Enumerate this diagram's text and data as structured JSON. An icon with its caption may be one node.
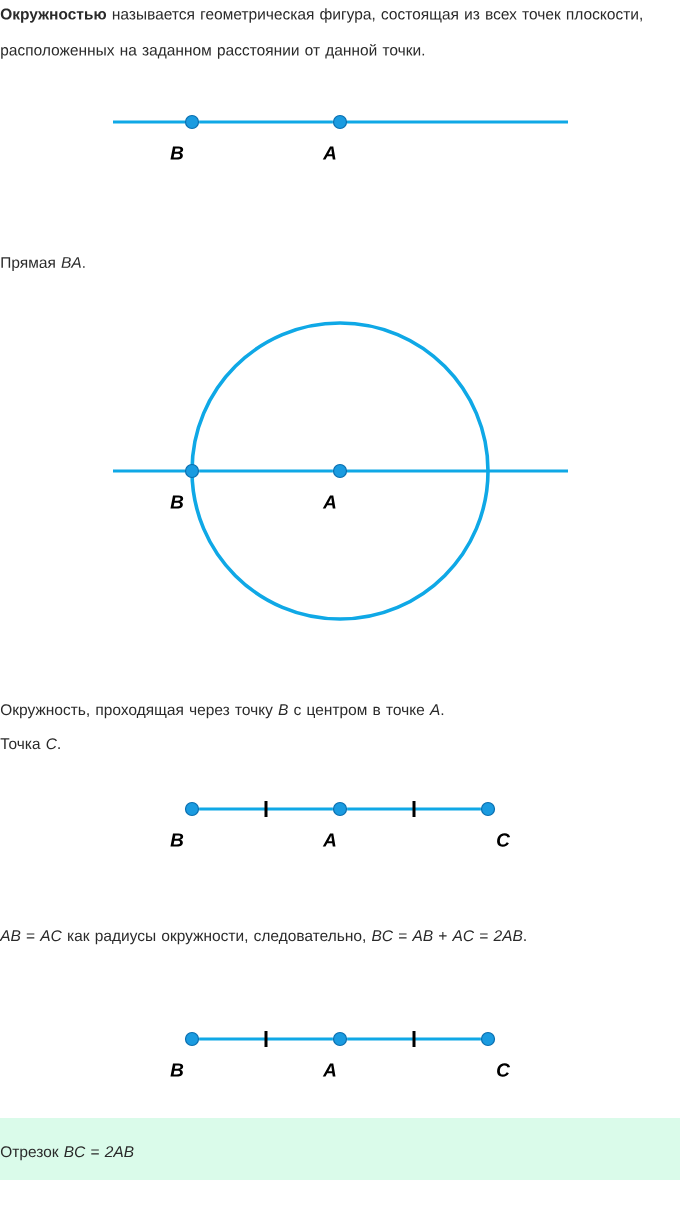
{
  "diagram": {
    "nodes": [
      {
        "text": [],
        "shape": "circle",
        "beside": [
          "B"
        ]
      },
      {
        "text": [],
        "shape": "circle",
        "beside": [
          "A"
        ]
      },
      {
        "text": [],
        "shape": "circle",
        "beside": [
          "B"
        ]
      },
      {
        "text": [],
        "shape": "circle",
        "beside": [
          "A"
        ]
      },
      {
        "text": [],
        "shape": "circle",
        "beside": [
          "B"
        ]
      },
      {
        "text": [],
        "shape": "circle",
        "beside": [
          "A"
        ]
      },
      {
        "text": [],
        "shape": "circle",
        "beside": [
          "C"
        ]
      },
      {
        "text": [],
        "shape": "circle",
        "beside": [
          "B"
        ]
      },
      {
        "text": [],
        "shape": "circle",
        "beside": [
          "A"
        ]
      },
      {
        "text": [],
        "shape": "circle",
        "beside": [
          "C"
        ]
      }
    ],
    "edges": [
      {
        "from": 0,
        "to": 1,
        "arrow": "none"
      },
      {
        "from": 2,
        "to": 3,
        "arrow": "none"
      },
      {
        "from": 4,
        "to": 5,
        "arrow": "none"
      },
      {
        "from": 5,
        "to": 6,
        "arrow": "none"
      },
      {
        "from": 7,
        "to": 8,
        "arrow": "none"
      },
      {
        "from": 8,
        "to": 9,
        "arrow": "none"
      }
    ],
    "labels": [
      "**Окружностью** называется геометрическая фигура, состоящая из всех точек плоскости, расположенных на заданном расстоянии от данной точки.",
      "Прямая *BA*.",
      "Окружность, проходящая через точку *B* с центром в точке *A*.",
      "Точка *C*.",
      "*AB* = *AC* как радиусы окружности, следовательно, *BC* = *AB* + *AC* = *2AB*.",
      "Отрезок *BC* = *2AB*"
    ]
  }
}
